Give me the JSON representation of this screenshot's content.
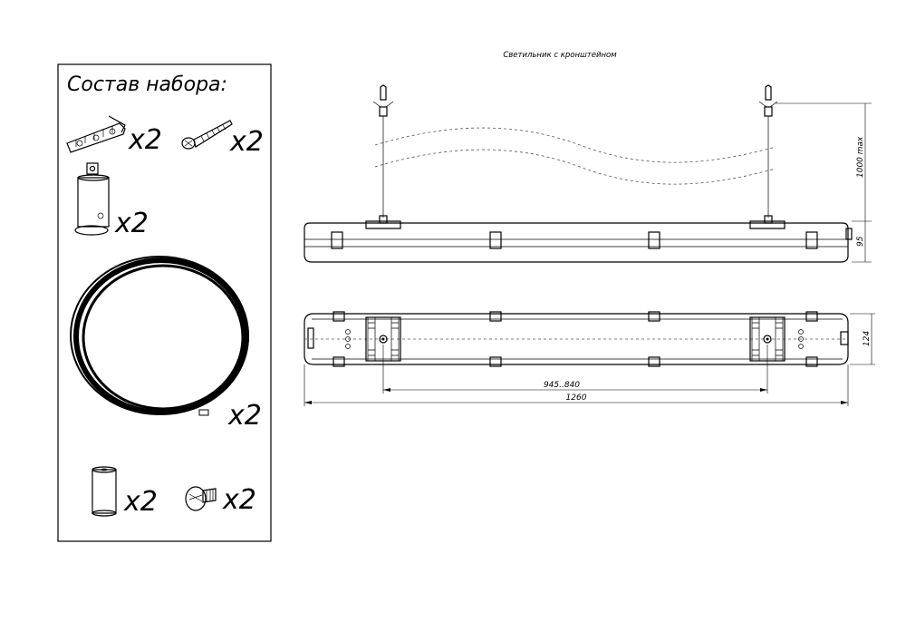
{
  "drawing": {
    "title": "Светильник с кронштейном"
  },
  "kit": {
    "heading": "Состав набора:",
    "items": [
      {
        "name": "dowel",
        "qty": "x2"
      },
      {
        "name": "screw",
        "qty": "x2"
      },
      {
        "name": "cable-clamp",
        "qty": "x2"
      },
      {
        "name": "steel-cable",
        "qty": "x2"
      },
      {
        "name": "sleeve",
        "qty": "x2"
      },
      {
        "name": "lock-screw",
        "qty": "x2"
      }
    ]
  },
  "dimensions": {
    "hang_length": "1000 max",
    "height": "95",
    "width": "124",
    "mount_distance": "945..840",
    "length": "1260"
  }
}
